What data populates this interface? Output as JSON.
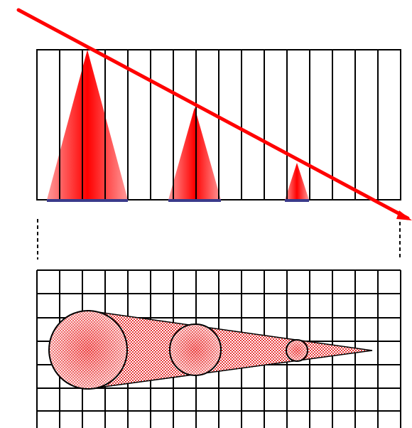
{
  "diagram": {
    "top_panel": {
      "columns": 16,
      "cones": [
        {
          "id": "large",
          "size": 1.0
        },
        {
          "id": "medium",
          "size": 0.62
        },
        {
          "id": "small",
          "size": 0.27
        }
      ]
    },
    "bottom_panel": {
      "grid": {
        "columns": 16,
        "rows": 7
      },
      "circles": [
        {
          "id": "large",
          "size": 1.0
        },
        {
          "id": "medium",
          "size": 0.62
        },
        {
          "id": "small",
          "size": 0.27
        }
      ]
    },
    "colors": {
      "grid_line": "#000000",
      "cone_red": "#ff0000",
      "cone_light": "#ff8a8a",
      "base_line": "#3a3a8a",
      "slope_line": "#ff0000",
      "circle_fill": "#f7a8a8",
      "circle_dot": "#e02020",
      "background": "#ffffff"
    }
  }
}
